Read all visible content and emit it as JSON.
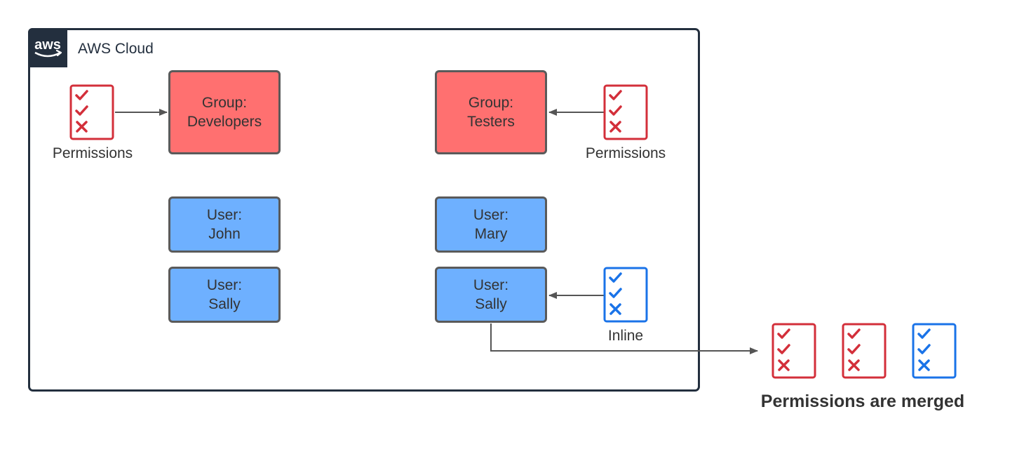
{
  "cloud": {
    "title": "AWS Cloud",
    "logo_text": "aws"
  },
  "groups": {
    "developers": {
      "line1": "Group:",
      "line2": "Developers"
    },
    "testers": {
      "line1": "Group:",
      "line2": "Testers"
    }
  },
  "users": {
    "john": {
      "line1": "User:",
      "line2": "John"
    },
    "sally_left": {
      "line1": "User:",
      "line2": "Sally"
    },
    "mary": {
      "line1": "User:",
      "line2": "Mary"
    },
    "sally_right": {
      "line1": "User:",
      "line2": "Sally"
    }
  },
  "labels": {
    "permissions_left": "Permissions",
    "permissions_right": "Permissions",
    "inline": "Inline",
    "merged": "Permissions are merged"
  },
  "colors": {
    "cloud_border": "#232f3e",
    "group_fill": "#ff7070",
    "user_fill": "#6eb0ff",
    "managed_policy": "#d32f3a",
    "inline_policy": "#1a73e8",
    "arrow": "#555555"
  }
}
